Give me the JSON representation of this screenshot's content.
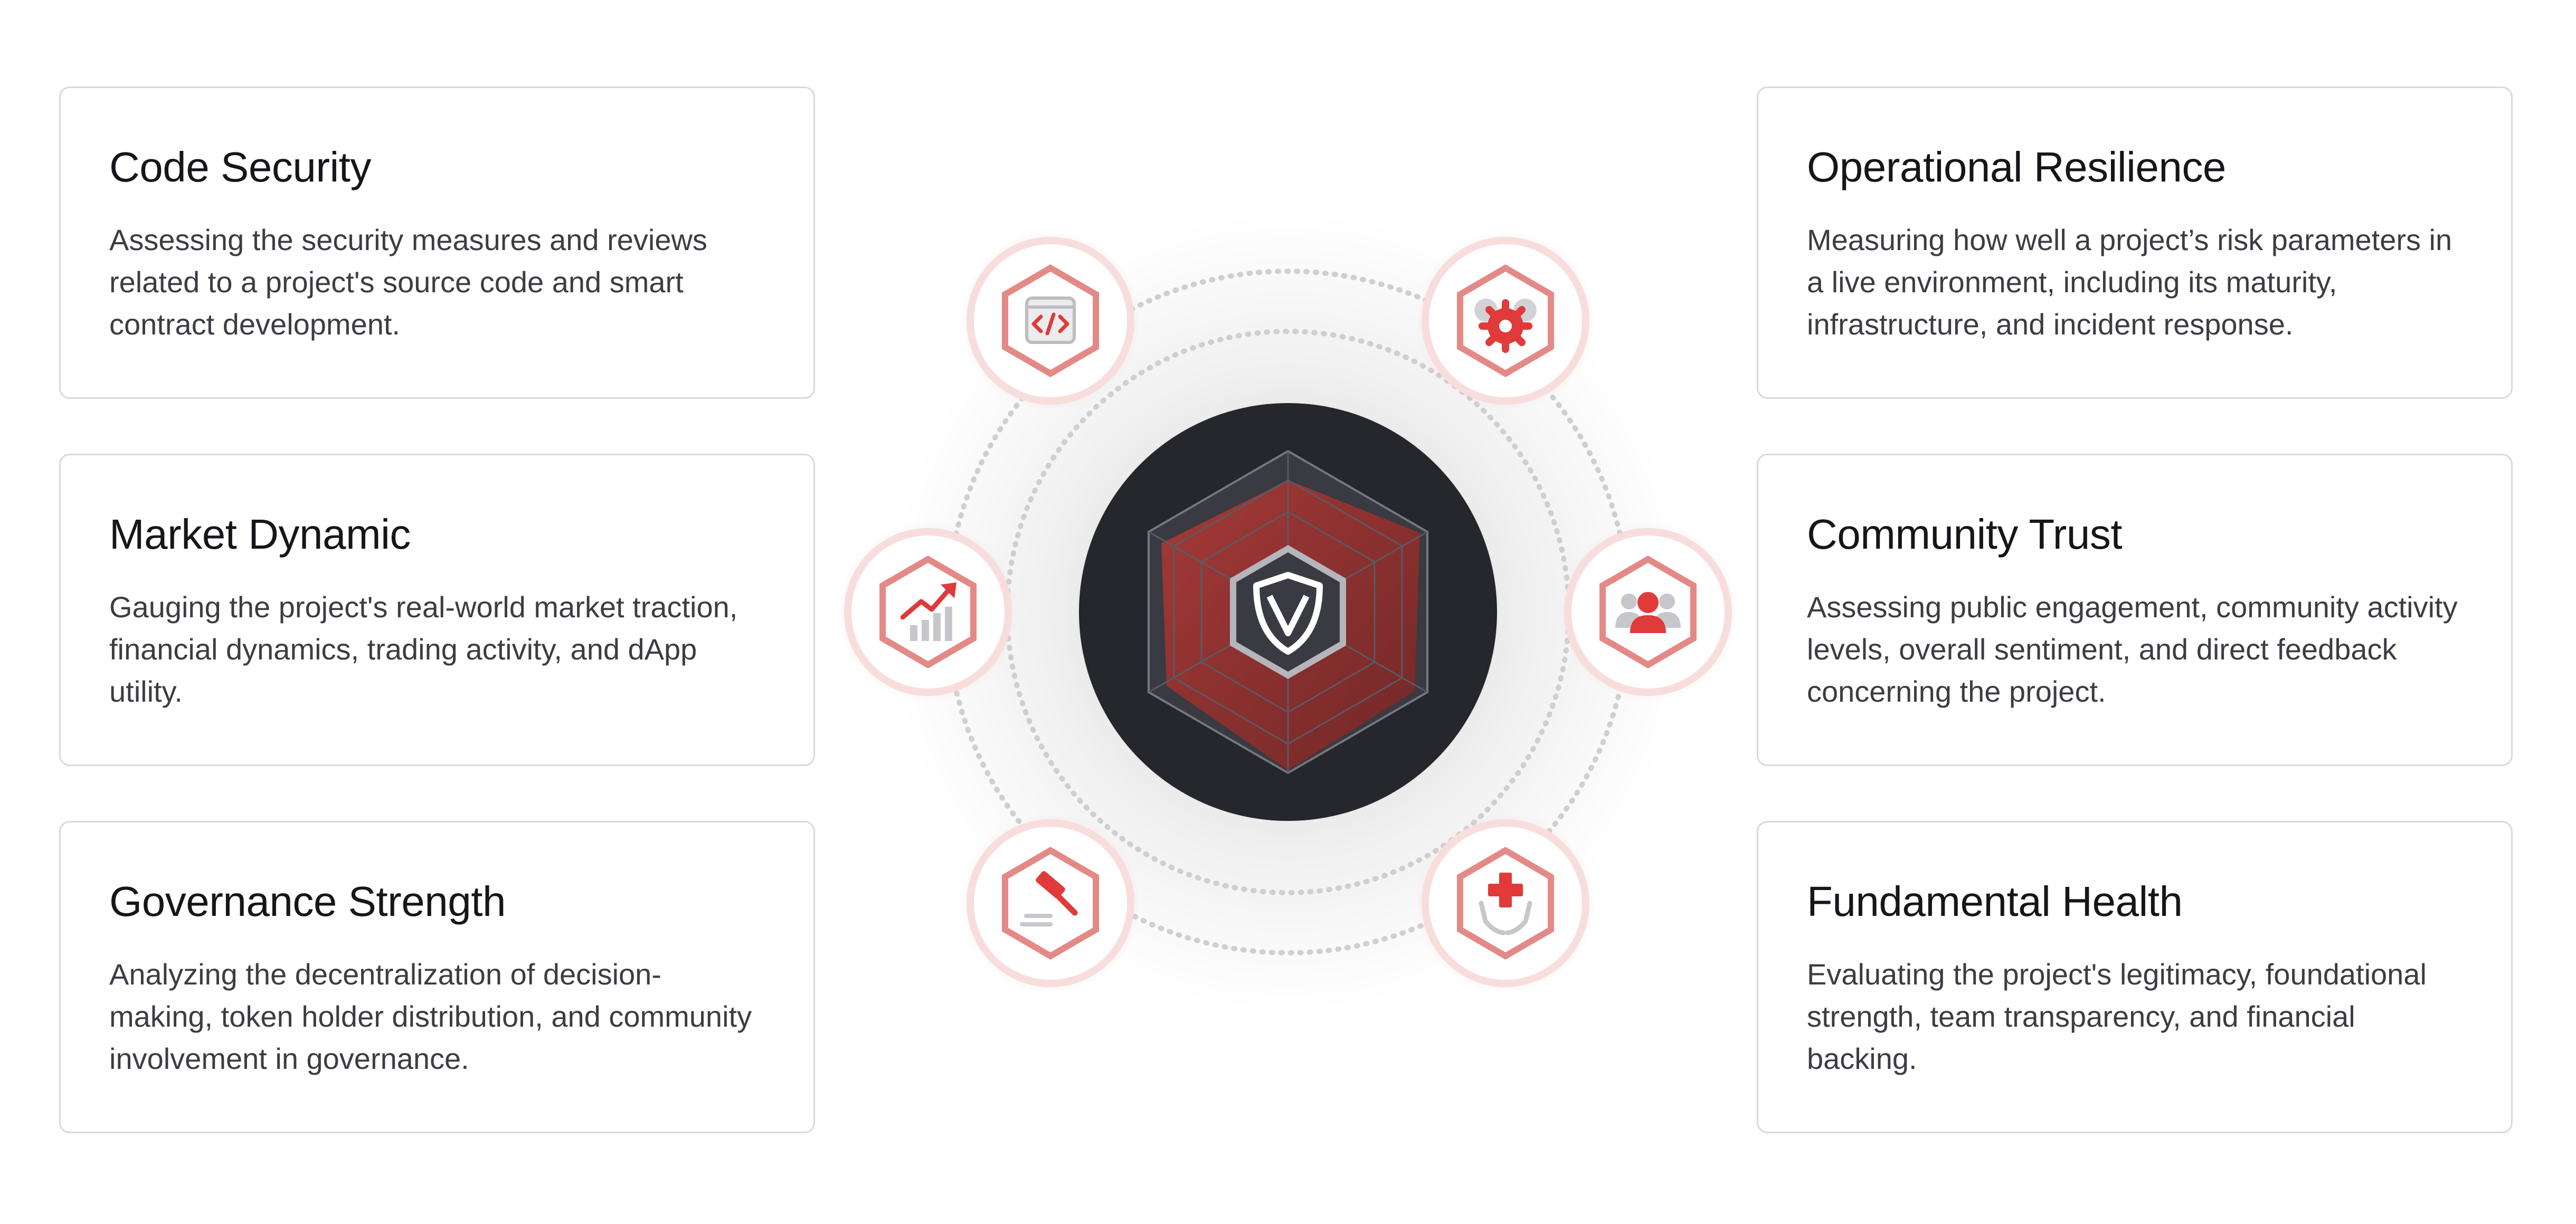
{
  "colors": {
    "accent": "#e03a3a",
    "accent_soft": "#e48a86",
    "card_border": "#d9d9dc",
    "hub_dark": "#26262d",
    "text_dark": "#16161a",
    "text_body": "#3c3c44"
  },
  "cards": {
    "code_security": {
      "title": "Code Security",
      "description": "Assessing the security measures and reviews related to a project's source code and smart contract development."
    },
    "market_dynamic": {
      "title": "Market Dynamic",
      "description": "Gauging the project's real-world market traction, financial dynamics, trading activity, and dApp utility."
    },
    "governance_strength": {
      "title": "Governance Strength",
      "description": "Analyzing the decentralization of decision-making, token holder distribution, and community involvement in governance."
    },
    "operational_resilience": {
      "title": "Operational Resilience",
      "description": "Measuring how well a project’s risk parameters in a live environment, including its maturity, infrastructure, and incident response."
    },
    "community_trust": {
      "title": "Community Trust",
      "description": "Assessing public engagement, community activity levels, overall sentiment, and direct feedback concerning the project."
    },
    "fundamental_health": {
      "title": "Fundamental Health",
      "description": "Evaluating the project's legitimacy, foundational strength, team transparency, and financial backing."
    }
  },
  "hub": {
    "logo": "shield-logo-icon",
    "icons": [
      "code-window-icon",
      "gear-cluster-icon",
      "trend-chart-icon",
      "community-users-icon",
      "gavel-icon",
      "health-cross-icon"
    ]
  }
}
